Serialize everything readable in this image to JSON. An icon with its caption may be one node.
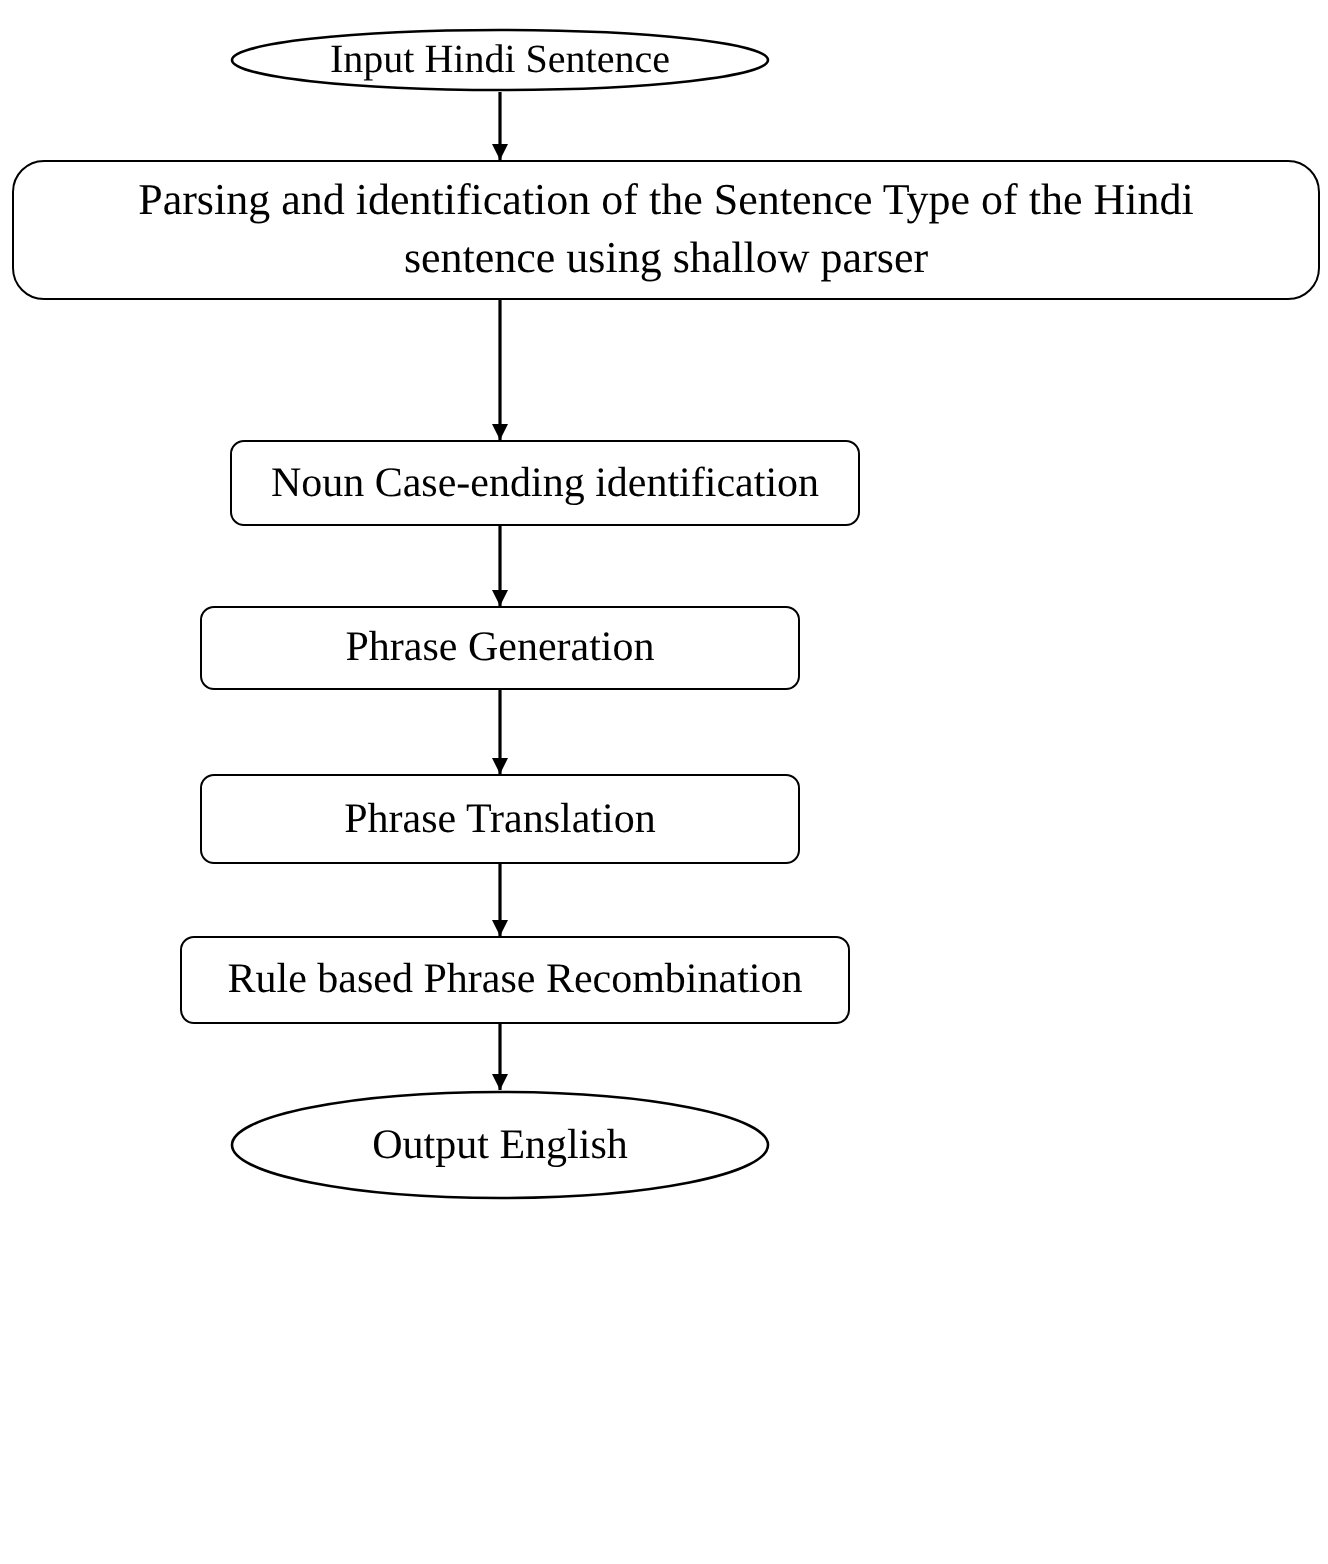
{
  "diagram": {
    "nodes": [
      {
        "text": [
          "Input Hindi Sentence"
        ]
      },
      {
        "text": [
          "Parsing and identification of the Sentence Type of the Hindi sentence using shallow parser"
        ]
      },
      {
        "text": [
          "Noun Case-ending identification"
        ]
      },
      {
        "text": [
          "Phrase Generation"
        ]
      },
      {
        "text": [
          "Phrase Translation"
        ]
      },
      {
        "text": [
          "Rule based Phrase Recombination"
        ]
      },
      {
        "text": [
          "Output English"
        ]
      }
    ],
    "edges": [
      {
        "from": 0,
        "to": 1,
        "arrow": "to"
      },
      {
        "from": 1,
        "to": 2,
        "arrow": "to"
      },
      {
        "from": 2,
        "to": 3,
        "arrow": "to"
      },
      {
        "from": 3,
        "to": 4,
        "arrow": "to"
      },
      {
        "from": 4,
        "to": 5,
        "arrow": "to"
      },
      {
        "from": 5,
        "to": 6,
        "arrow": "to"
      }
    ]
  }
}
